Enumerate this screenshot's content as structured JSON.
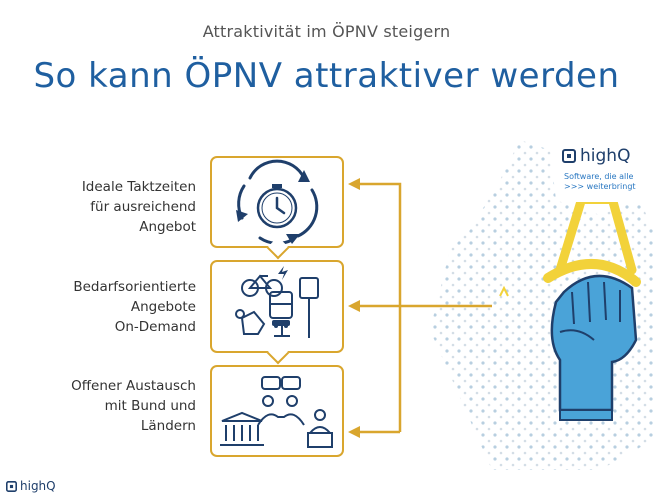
{
  "header": {
    "subtitle": "Attraktivität im ÖPNV steigern",
    "title": "So kann ÖPNV attraktiver werden"
  },
  "steps": [
    {
      "label": "Ideale Taktzeiten\nfür ausreichend\nAngebot",
      "icon": "clock-cycle-icon"
    },
    {
      "label": "Bedarfsorientierte\nAngebote\nOn-Demand",
      "icon": "mobility-modes-icon"
    },
    {
      "label": "Offener Austausch\nmit Bund und\nLändern",
      "icon": "dialogue-institutions-icon"
    }
  ],
  "brand": {
    "name": "highQ",
    "tagline": "Software, die alle\n>>>     weiterbringt"
  },
  "footer": {
    "logo_text": "highQ"
  },
  "colors": {
    "title_blue": "#1f5fa0",
    "accent_gold": "#d9a62e",
    "icon_blue": "#1f3f6b",
    "fist_blue": "#4aa3d8",
    "handle_yellow": "#f2d23a"
  }
}
